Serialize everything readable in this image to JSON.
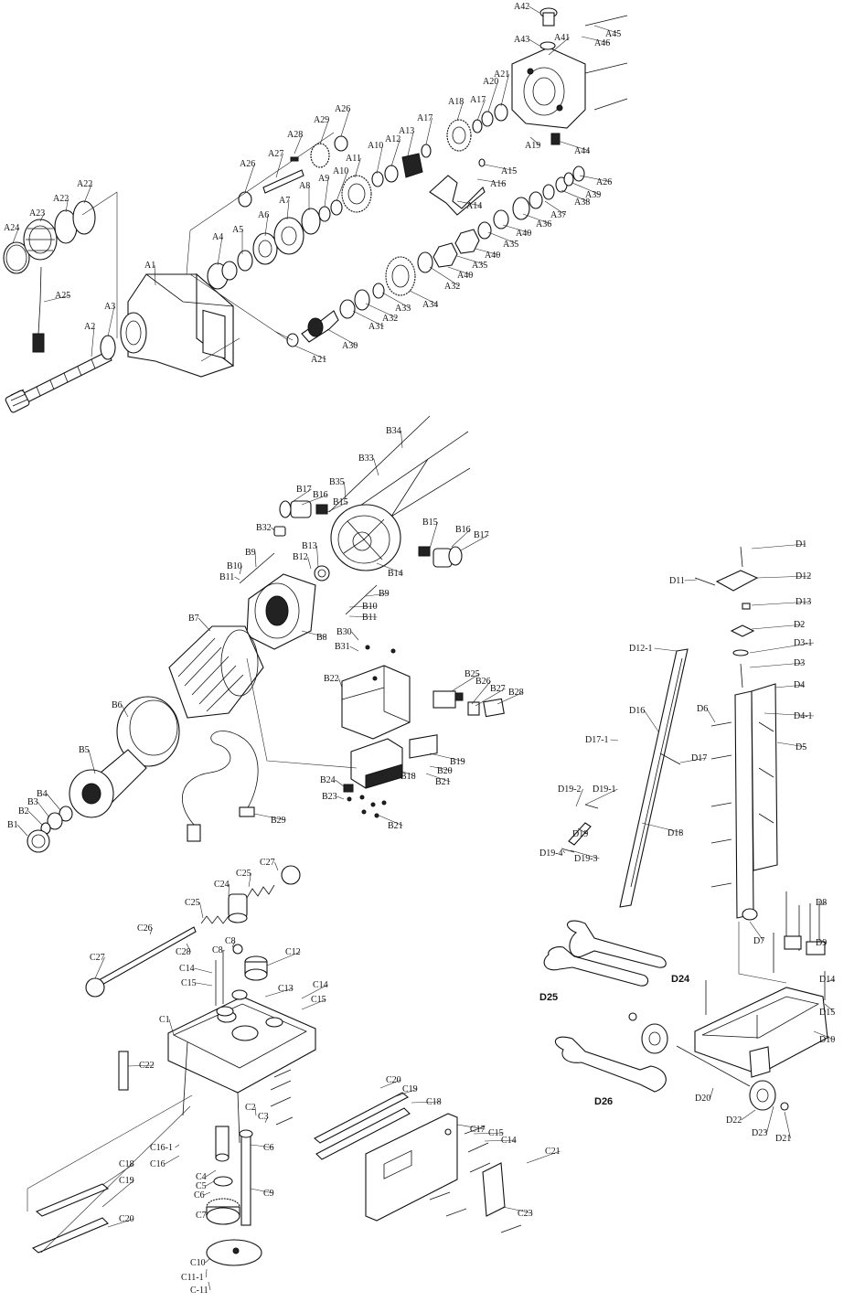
{
  "diagram": {
    "labels_a": [
      "A1",
      "A2",
      "A3",
      "A4",
      "A5",
      "A6",
      "A7",
      "A8",
      "A9",
      "A10",
      "A10",
      "A11",
      "A12",
      "A13",
      "A14",
      "A15",
      "A16",
      "A17",
      "A17",
      "A18",
      "A19",
      "A20",
      "A21",
      "A21",
      "A22",
      "A22",
      "A23",
      "A24",
      "A25",
      "A26",
      "A26",
      "A26",
      "A27",
      "A28",
      "A29",
      "A30",
      "A31",
      "A32",
      "A32",
      "A33",
      "A34",
      "A35",
      "A35",
      "A36",
      "A37",
      "A38",
      "A39",
      "A40",
      "A40",
      "A40",
      "A41",
      "A42",
      "A43",
      "A44",
      "A45",
      "A46"
    ],
    "labels_b": [
      "B1",
      "B2",
      "B3",
      "B4",
      "B5",
      "B6",
      "B7",
      "B8",
      "B9",
      "B9",
      "B10",
      "B10",
      "B11",
      "B11",
      "B12",
      "B13",
      "B14",
      "B15",
      "B15",
      "B16",
      "B16",
      "B17",
      "B17",
      "B18",
      "B19",
      "B20",
      "B21",
      "B21",
      "B22",
      "B23",
      "B24",
      "B25",
      "B26",
      "B27",
      "B28",
      "B29",
      "B30",
      "B31",
      "B32",
      "B33",
      "B34",
      "B35"
    ],
    "labels_c": [
      "C1",
      "C2",
      "C3",
      "C4",
      "C5",
      "C6",
      "C6",
      "C7",
      "C8",
      "C8",
      "C9",
      "C10",
      "C11-1",
      "C-11",
      "C12",
      "C13",
      "C14",
      "C14",
      "C14",
      "C15",
      "C15",
      "C15",
      "C16",
      "C16-1",
      "C17",
      "C18",
      "C18",
      "C19",
      "C19",
      "C20",
      "C20",
      "C21",
      "C22",
      "C23",
      "C24",
      "C25",
      "C25",
      "C26",
      "C27",
      "C27",
      "C28"
    ],
    "labels_d": [
      "D1",
      "D2",
      "D3",
      "D3-1",
      "D4",
      "D4-1",
      "D5",
      "D6",
      "D7",
      "D8",
      "D9",
      "D10",
      "D11",
      "D12",
      "D12-1",
      "D13",
      "D14",
      "D15",
      "D16",
      "D17",
      "D17-1",
      "D18",
      "D19",
      "D19-1",
      "D19-2",
      "D19-3",
      "D19-4",
      "D20",
      "D21",
      "D22",
      "D23"
    ],
    "labels_wrench": [
      "D24",
      "D25",
      "D26"
    ]
  }
}
